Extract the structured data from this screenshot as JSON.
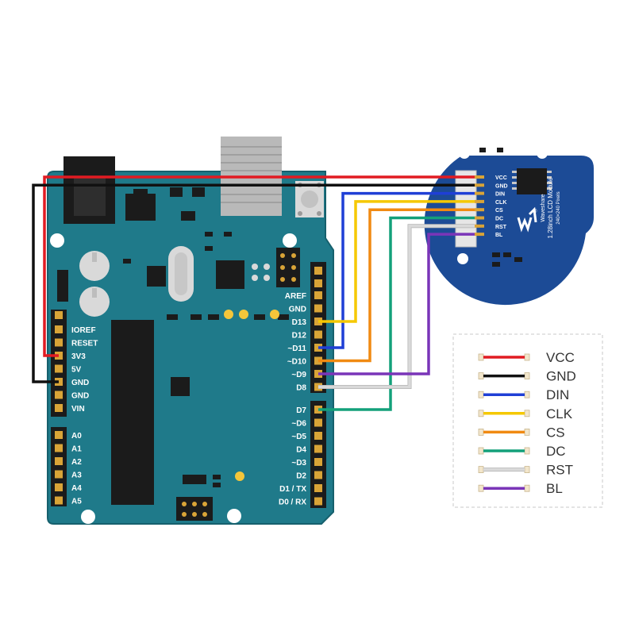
{
  "arduino": {
    "left_header": [
      "IOREF",
      "RESET",
      "3V3",
      "5V",
      "GND",
      "GND",
      "VIN"
    ],
    "analog_header": [
      "A0",
      "A1",
      "A2",
      "A3",
      "A4",
      "A5"
    ],
    "right_header_upper": [
      "AREF",
      "GND",
      "D13",
      "D12",
      "~D11",
      "~D10",
      "~D9",
      "D8"
    ],
    "right_header_lower": [
      "D7",
      "~D6",
      "~D5",
      "D4",
      "~D3",
      "D2",
      "D1 / TX",
      "D0 / RX"
    ]
  },
  "lcd_module": {
    "pins": [
      "VCC",
      "GND",
      "DIN",
      "CLK",
      "CS",
      "DC",
      "RST",
      "BL"
    ],
    "brand": "Waveshare",
    "title": "1.28inch LCD Module",
    "subtitle": "240×240 Pixels",
    "board_color": "#1c4b96"
  },
  "board_color": "#1f7a8a",
  "wires": [
    {
      "signal": "VCC",
      "color": "#e11b22",
      "arduino_pin": "3V3"
    },
    {
      "signal": "GND",
      "color": "#111111",
      "arduino_pin": "GND"
    },
    {
      "signal": "DIN",
      "color": "#1f3fd6",
      "arduino_pin": "~D11"
    },
    {
      "signal": "CLK",
      "color": "#f5c800",
      "arduino_pin": "D13"
    },
    {
      "signal": "CS",
      "color": "#f08a12",
      "arduino_pin": "~D10"
    },
    {
      "signal": "DC",
      "color": "#13a07a",
      "arduino_pin": "D7"
    },
    {
      "signal": "RST",
      "color": "#d9d9d9",
      "arduino_pin": "D8"
    },
    {
      "signal": "BL",
      "color": "#7a35b8",
      "arduino_pin": "~D9"
    }
  ],
  "legend": [
    {
      "label": "VCC",
      "color": "#e11b22"
    },
    {
      "label": "GND",
      "color": "#111111"
    },
    {
      "label": "DIN",
      "color": "#1f3fd6"
    },
    {
      "label": "CLK",
      "color": "#f5c800"
    },
    {
      "label": "CS",
      "color": "#f08a12"
    },
    {
      "label": "DC",
      "color": "#13a07a"
    },
    {
      "label": "RST",
      "color": "#d9d9d9"
    },
    {
      "label": "BL",
      "color": "#7a35b8"
    }
  ]
}
